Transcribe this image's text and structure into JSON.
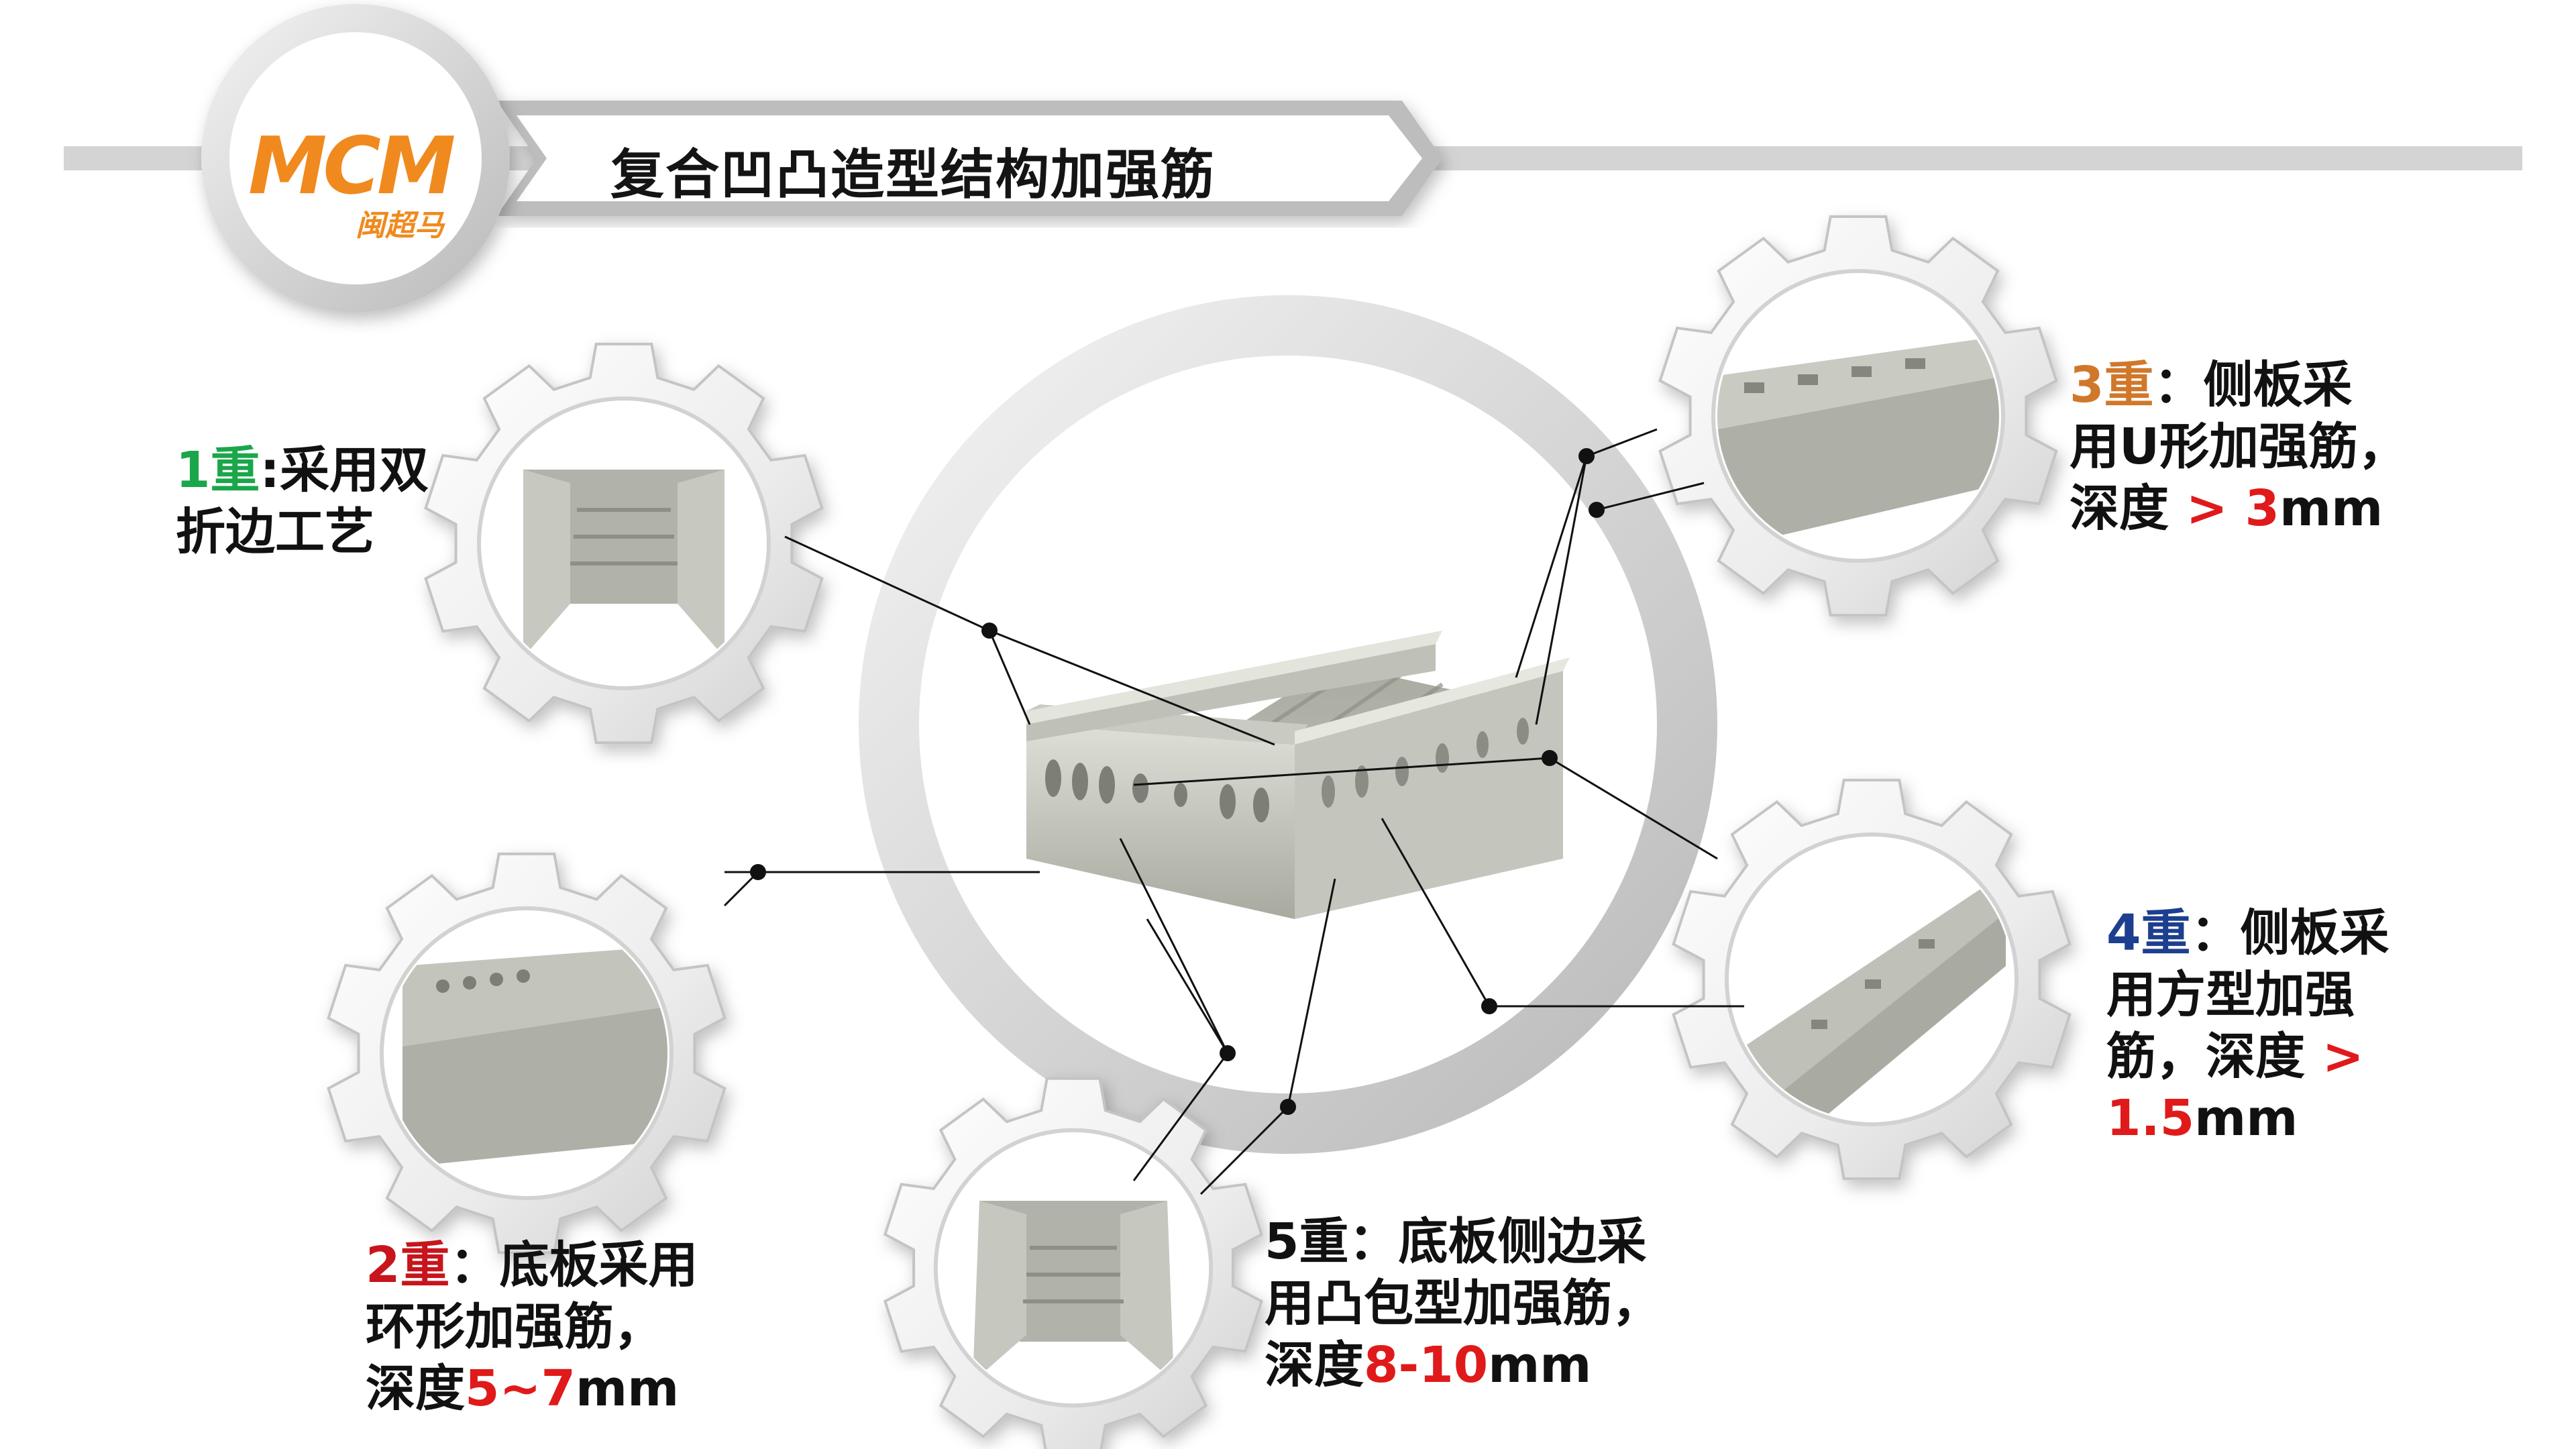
{
  "brand": {
    "logo_mark": "MCM",
    "logo_sub": "闽超马",
    "accent_color": "#f08a1e"
  },
  "header": {
    "title": "复合凹凸造型结构加强筋"
  },
  "callouts": [
    {
      "id": "layer1",
      "lines": [
        [
          {
            "t": "1重",
            "c": "#1aa64a"
          },
          {
            "t": ":采用双",
            "c": "#111111"
          }
        ],
        [
          {
            "t": "折边工艺",
            "c": "#111111"
          }
        ]
      ]
    },
    {
      "id": "layer2",
      "lines": [
        [
          {
            "t": "2重",
            "c": "#c8141c"
          },
          {
            "t": "：底板采用",
            "c": "#111111"
          }
        ],
        [
          {
            "t": "环形加强筋，",
            "c": "#111111"
          }
        ],
        [
          {
            "t": "深度",
            "c": "#111111"
          },
          {
            "t": "5~7",
            "c": "#e01a1a"
          },
          {
            "t": "mm",
            "c": "#111111"
          }
        ]
      ]
    },
    {
      "id": "layer3",
      "lines": [
        [
          {
            "t": "3重",
            "c": "#d0782a"
          },
          {
            "t": "：侧板采",
            "c": "#111111"
          }
        ],
        [
          {
            "t": "用U形加强筋，",
            "c": "#111111"
          }
        ],
        [
          {
            "t": "深度",
            "c": "#111111"
          },
          {
            "t": " > 3",
            "c": "#e01a1a"
          },
          {
            "t": "mm",
            "c": "#111111"
          }
        ]
      ]
    },
    {
      "id": "layer4",
      "lines": [
        [
          {
            "t": "4重",
            "c": "#1d3f8f"
          },
          {
            "t": "：侧板采",
            "c": "#111111"
          }
        ],
        [
          {
            "t": "用方型加强",
            "c": "#111111"
          }
        ],
        [
          {
            "t": "筋，深度",
            "c": "#111111"
          },
          {
            "t": " >",
            "c": "#e01a1a"
          }
        ],
        [
          {
            "t": "1.5",
            "c": "#e01a1a"
          },
          {
            "t": "mm",
            "c": "#111111"
          }
        ]
      ]
    },
    {
      "id": "layer5",
      "lines": [
        [
          {
            "t": "5重：底板侧边采",
            "c": "#111111"
          }
        ],
        [
          {
            "t": "用凸包型加强筋，",
            "c": "#111111"
          }
        ],
        [
          {
            "t": "深度",
            "c": "#111111"
          },
          {
            "t": "8-10",
            "c": "#e01a1a"
          },
          {
            "t": "mm",
            "c": "#111111"
          }
        ]
      ]
    }
  ]
}
